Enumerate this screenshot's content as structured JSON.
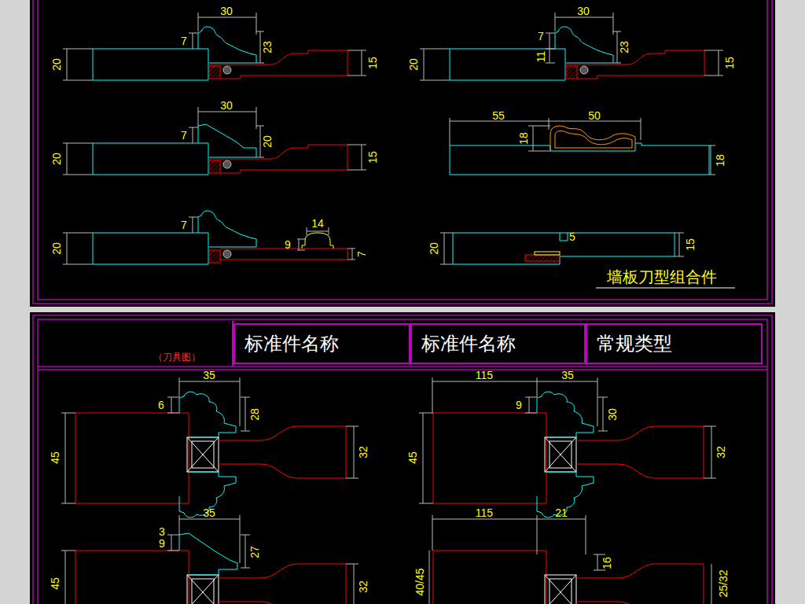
{
  "diagram": {
    "title": "墙板刀型组合件",
    "nodes": [
      {
        "text": [
          "（刀具图）"
        ]
      },
      {
        "text": [
          "标准件名称"
        ]
      },
      {
        "text": [
          "标准件名称"
        ]
      },
      {
        "text": [
          "常规类型"
        ]
      }
    ],
    "labels": [
      "30",
      "7",
      "23",
      "20",
      "15",
      "30",
      "7",
      "11",
      "23",
      "20",
      "15",
      "30",
      "7",
      "20",
      "20",
      "15",
      "55",
      "50",
      "18",
      "18",
      "7",
      "20",
      "14",
      "9",
      "7",
      "20",
      "5",
      "15",
      "35",
      "6",
      "28",
      "45",
      "32",
      "115",
      "35",
      "9",
      "30",
      "45",
      "32",
      "35",
      "3",
      "9",
      "27",
      "45",
      "32",
      "115",
      "21",
      "16",
      "40/45",
      "25/32"
    ]
  }
}
